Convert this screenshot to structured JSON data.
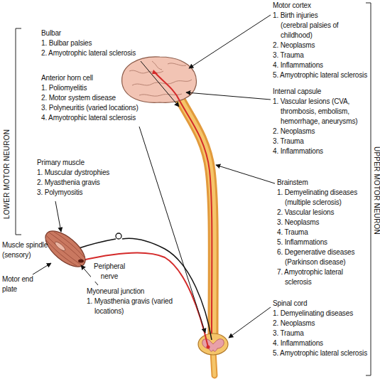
{
  "diagram": {
    "labels": [
      "Motor cortex",
      "1. Birth injuries (cerebral palsies of childhood)",
      "2. Neoplasms",
      "3. Trauma",
      "4. Inflammations",
      "5. Amyotrophic lateral sclerosis",
      "Bulbar",
      "1. Bulbar palsies",
      "2. Amyotrophic lateral sclerosis",
      "Internal capsule",
      "1. Vascular lesions (CVA, thrombosis, embolism, hemorrhage, aneurysms)",
      "2. Neoplasms",
      "3. Trauma",
      "4. Inflammations",
      "Anterior horn cell",
      "1. Poliomyelitis",
      "2. Motor system disease",
      "3. Polyneuritis (varied locations)",
      "4. Amyotrophic lateral sclerosis",
      "Brainstem",
      "1. Demyelinating diseases (multiple sclerosis)",
      "2. Vascular lesions",
      "3. Neoplasms",
      "4. Trauma",
      "5. Inflammations",
      "6. Degenerative diseases (Parkinson disease)",
      "7. Amyotrophic lateral sclerosis",
      "UPPER MOTOR NEURON",
      "LOWER MOTOR NEURON",
      "Primary muscle",
      "1. Muscular dystrophies",
      "2. Myasthenia gravis",
      "3. Polymyositis",
      "Muscle spindle (sensory)",
      "Peripheral nerve",
      "Motor end plate",
      "Myoneural junction",
      "1. Myasthenia gravis (varied locations)",
      "Spinal cord",
      "1. Demyelinating diseases",
      "2. Neoplasms",
      "3. Trauma",
      "4. Inflammations",
      "5. Amyotrophic lateral sclerosis"
    ]
  }
}
